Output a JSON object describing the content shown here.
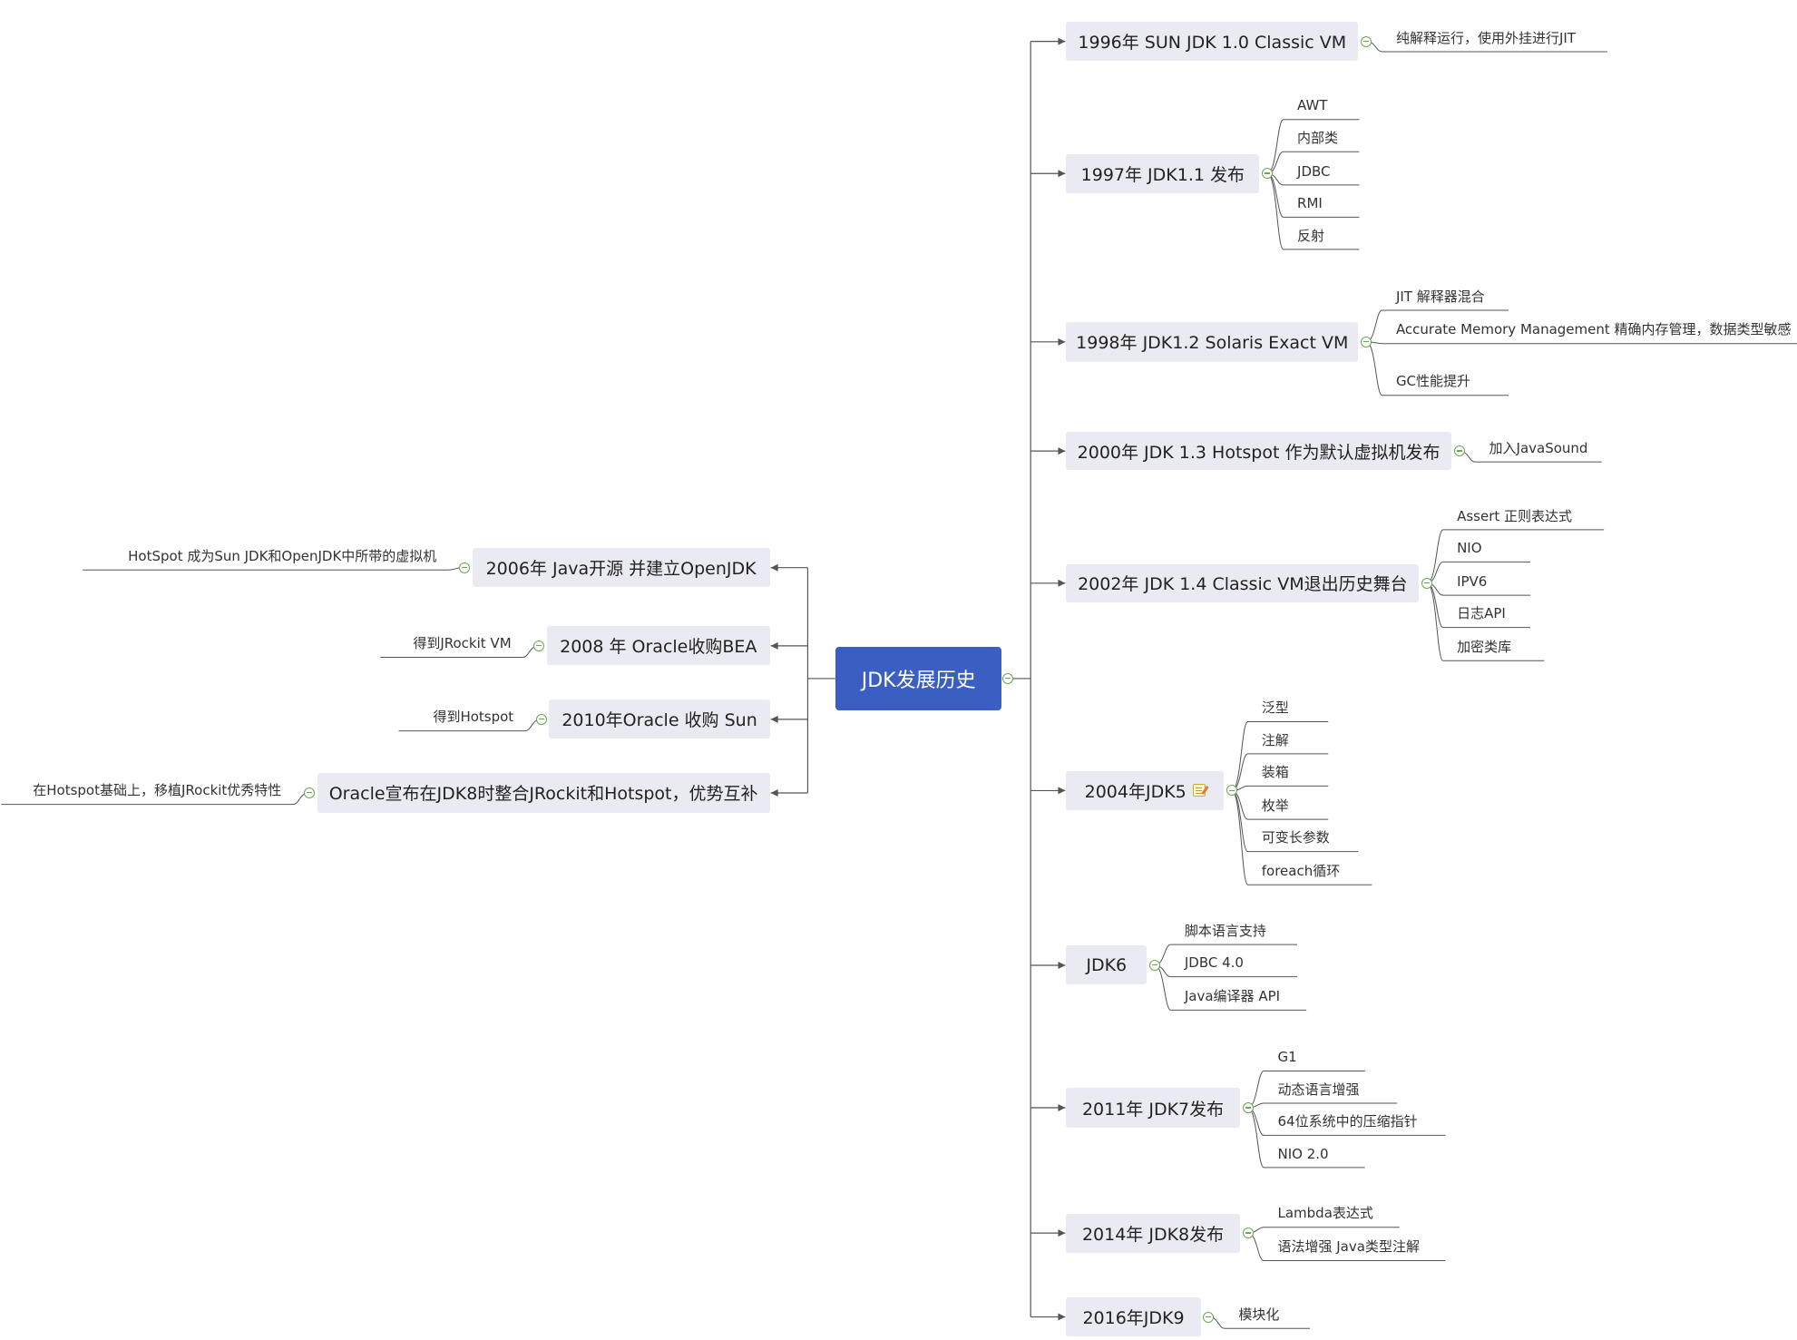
{
  "root": {
    "label": "JDK发展历史"
  },
  "branches": [
    {
      "label": "1996年 SUN JDK 1.0 Classic VM",
      "side": "right",
      "children": [
        "纯解释运行，使用外挂进行JIT"
      ]
    },
    {
      "label": "1997年 JDK1.1 发布",
      "side": "right",
      "children": [
        "AWT",
        "内部类",
        "JDBC",
        "RMI",
        "反射"
      ]
    },
    {
      "label": "1998年 JDK1.2 Solaris Exact VM",
      "side": "right",
      "children": [
        "JIT 解释器混合",
        "Accurate Memory Management 精确内存管理，数据类型敏感",
        "GC性能提升"
      ]
    },
    {
      "label": "2000年 JDK 1.3 Hotspot 作为默认虚拟机发布",
      "side": "right",
      "children": [
        "加入JavaSound"
      ]
    },
    {
      "label": "2002年 JDK 1.4 Classic VM退出历史舞台",
      "side": "right",
      "children": [
        "Assert 正则表达式",
        "NIO",
        "IPV6",
        "日志API",
        "加密类库"
      ]
    },
    {
      "label": "2004年JDK5",
      "side": "right",
      "has_note": true,
      "children": [
        "泛型",
        "注解",
        "装箱",
        "枚举",
        "可变长参数",
        "foreach循环"
      ]
    },
    {
      "label": "JDK6",
      "side": "right",
      "children": [
        "脚本语言支持",
        "JDBC 4.0",
        "Java编译器 API"
      ]
    },
    {
      "label": "2011年 JDK7发布",
      "side": "right",
      "children": [
        "G1",
        "动态语言增强",
        "64位系统中的压缩指针",
        "NIO 2.0"
      ]
    },
    {
      "label": "2014年 JDK8发布",
      "side": "right",
      "children": [
        "Lambda表达式",
        "语法增强  Java类型注解"
      ]
    },
    {
      "label": "2016年JDK9",
      "side": "right",
      "children": [
        "模块化"
      ]
    },
    {
      "label": "2006年 Java开源 并建立OpenJDK",
      "side": "left",
      "children": [
        "HotSpot  成为Sun JDK和OpenJDK中所带的虚拟机"
      ]
    },
    {
      "label": "2008 年 Oracle收购BEA",
      "side": "left",
      "children": [
        "得到JRockit VM"
      ]
    },
    {
      "label": "2010年Oracle 收购 Sun",
      "side": "left",
      "children": [
        "得到Hotspot"
      ]
    },
    {
      "label": "Oracle宣布在JDK8时整合JRockit和Hotspot，优势互补",
      "side": "left",
      "children": [
        "在Hotspot基础上，移植JRockit优秀特性"
      ]
    }
  ],
  "colors": {
    "root_bg": "#3b5ec2",
    "topic_bg": "#eaeaf2",
    "line": "#555555",
    "toggle": "#6aa84f"
  }
}
